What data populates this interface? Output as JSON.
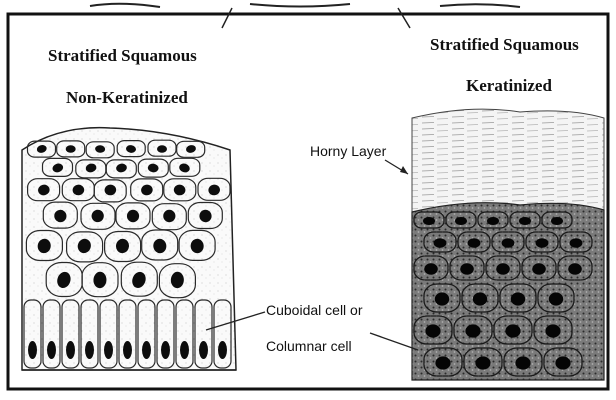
{
  "figure": {
    "left_title_line1": "Stratified Squamous",
    "left_title_line2": "Non-Keratinized",
    "right_title_line1": "Stratified Squamous",
    "right_title_line2": "Keratinized",
    "horny_layer_label": "Horny Layer",
    "cell_label_line1": "Cuboidal cell or",
    "cell_label_line2": "Columnar cell"
  }
}
